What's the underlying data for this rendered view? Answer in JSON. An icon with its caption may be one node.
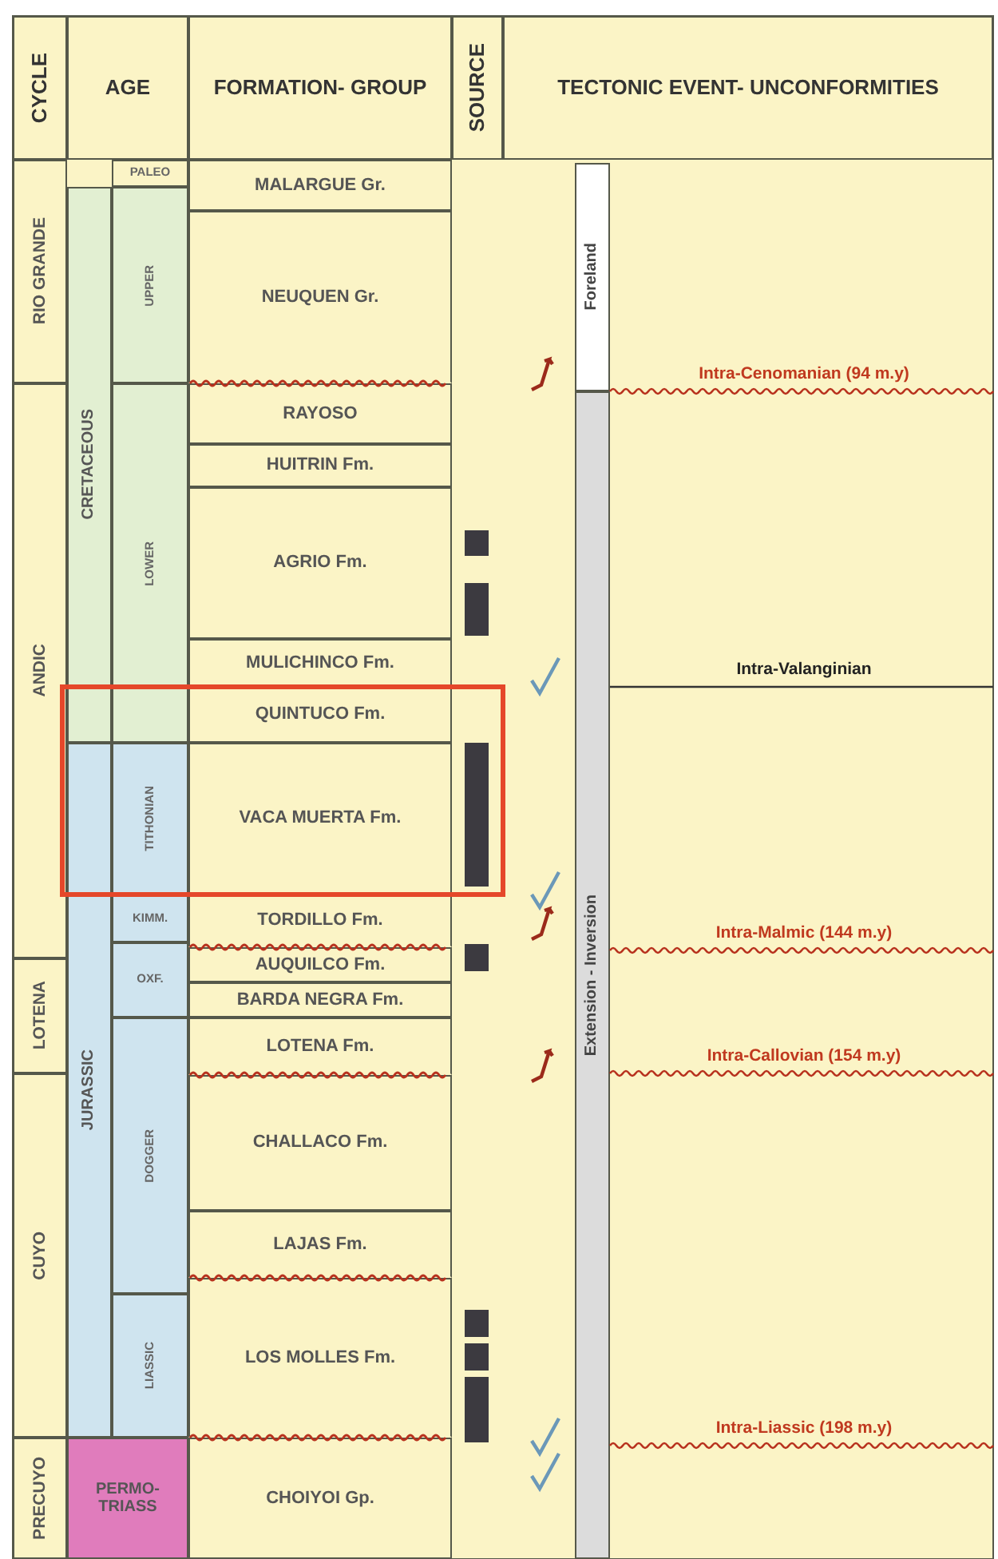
{
  "diagram": {
    "nodes": [
      {
        "text": [
          "CYCLE"
        ]
      },
      {
        "text": [
          "AGE"
        ]
      },
      {
        "text": [
          "FORMATION- GROUP"
        ]
      },
      {
        "text": [
          "SOURCE"
        ]
      },
      {
        "text": [
          "TECTONIC EVENT- UNCONFORMITIES"
        ]
      },
      {
        "text": [
          "RIO GRANDE"
        ]
      },
      {
        "text": [
          "ANDIC"
        ]
      },
      {
        "text": [
          "LOTENA"
        ]
      },
      {
        "text": [
          "CUYO"
        ]
      },
      {
        "text": [
          "PRECUYO"
        ]
      },
      {
        "text": [
          "CRETACEOUS"
        ]
      },
      {
        "text": [
          "JURASSIC"
        ]
      },
      {
        "text": [
          "PERMO- TRIASS"
        ]
      },
      {
        "text": [
          "PALEO"
        ]
      },
      {
        "text": [
          "UPPER"
        ]
      },
      {
        "text": [
          "LOWER"
        ]
      },
      {
        "text": [
          "TITHONIAN"
        ]
      },
      {
        "text": [
          "KIMM."
        ]
      },
      {
        "text": [
          "OXF."
        ]
      },
      {
        "text": [
          "DOGGER"
        ]
      },
      {
        "text": [
          "LIASSIC"
        ]
      },
      {
        "text": [
          "MALARGUE Gr."
        ]
      },
      {
        "text": [
          "NEUQUEN Gr."
        ]
      },
      {
        "text": [
          "RAYOSO"
        ]
      },
      {
        "text": [
          "HUITRIN Fm."
        ]
      },
      {
        "text": [
          "AGRIO Fm."
        ]
      },
      {
        "text": [
          "MULICHINCO Fm."
        ]
      },
      {
        "text": [
          "QUINTUCO Fm."
        ]
      },
      {
        "text": [
          "VACA MUERTA Fm."
        ]
      },
      {
        "text": [
          "TORDILLO Fm."
        ]
      },
      {
        "text": [
          "AUQUILCO Fm."
        ]
      },
      {
        "text": [
          "BARDA NEGRA Fm."
        ]
      },
      {
        "text": [
          "LOTENA Fm."
        ]
      },
      {
        "text": [
          "CHALLACO Fm."
        ]
      },
      {
        "text": [
          "LAJAS Fm."
        ]
      },
      {
        "text": [
          "LOS MOLLES Fm."
        ]
      },
      {
        "text": [
          "CHOIYOI Gp."
        ]
      },
      {
        "text": [
          "Foreland"
        ]
      },
      {
        "text": [
          "Extension - Inversion"
        ]
      },
      {
        "text": [],
        "shape": "bar"
      },
      {
        "text": [],
        "shape": "bar"
      },
      {
        "text": [],
        "shape": "bar"
      },
      {
        "text": [],
        "shape": "bar"
      },
      {
        "text": [],
        "shape": "bar"
      },
      {
        "text": [],
        "shape": "bar"
      },
      {
        "text": [],
        "shape": "bar"
      }
    ],
    "labels": [
      "Intra-Cenomanian (94 m.y)",
      "Intra-Valanginian",
      "Intra-Malmic (144 m.y)",
      "Intra-Callovian (154 m.y)",
      "Intra-Liassic (198 m.y)"
    ]
  }
}
